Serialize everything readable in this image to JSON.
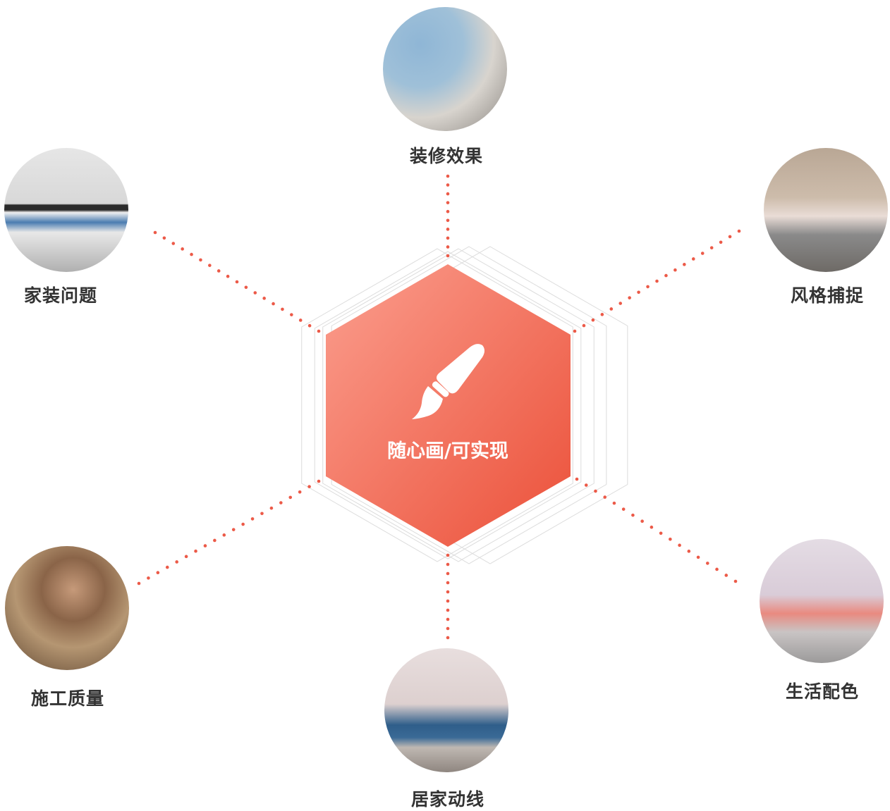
{
  "center": {
    "title": "随心画/可实现",
    "icon": "paintbrush-icon",
    "gradient": [
      "#fa9a8a",
      "#ec5540"
    ]
  },
  "accent": "#ec5a48",
  "nodes": [
    {
      "id": "top",
      "label": "装修效果",
      "image": "living-room-blue-wall-photo"
    },
    {
      "id": "left-top",
      "label": "家装问题",
      "image": "tv-wall-living-room-photo"
    },
    {
      "id": "right-top",
      "label": "风格捕捉",
      "image": "grey-sofa-living-room-photo"
    },
    {
      "id": "left-bottom",
      "label": "施工质量",
      "image": "carpenter-hands-photo"
    },
    {
      "id": "bottom",
      "label": "居家动线",
      "image": "blue-sofa-living-room-photo"
    },
    {
      "id": "right-bottom",
      "label": "生活配色",
      "image": "pink-chair-living-room-photo"
    }
  ]
}
